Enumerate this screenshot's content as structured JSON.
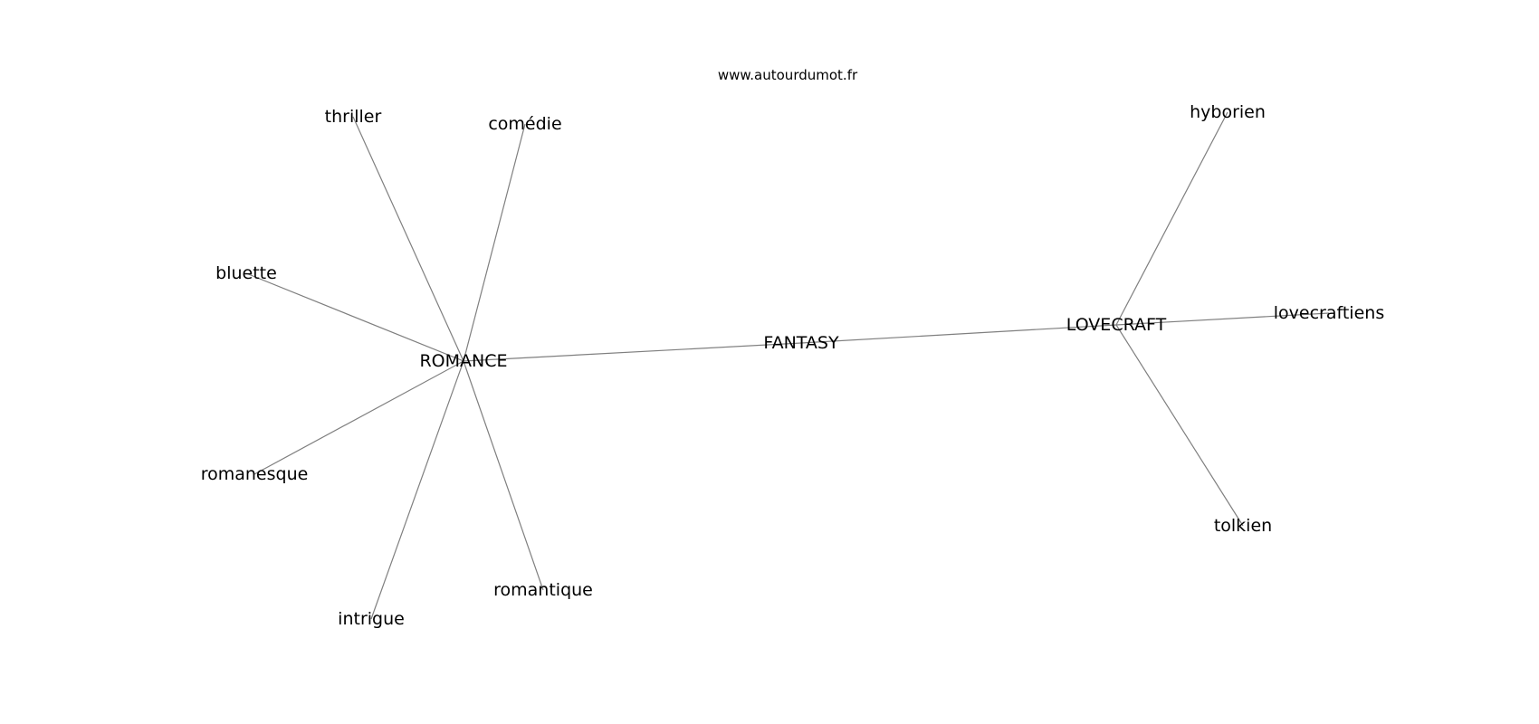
{
  "header": {
    "site": "www.autourdumot.fr"
  },
  "graph": {
    "nodes": [
      {
        "id": "fantasy",
        "label": "FANTASY"
      },
      {
        "id": "romance",
        "label": "ROMANCE"
      },
      {
        "id": "lovecraft",
        "label": "LOVECRAFT"
      },
      {
        "id": "thriller",
        "label": "thriller"
      },
      {
        "id": "comedie",
        "label": "comédie"
      },
      {
        "id": "bluette",
        "label": "bluette"
      },
      {
        "id": "romanesque",
        "label": "romanesque"
      },
      {
        "id": "intrigue",
        "label": "intrigue"
      },
      {
        "id": "romantique",
        "label": "romantique"
      },
      {
        "id": "hyborien",
        "label": "hyborien"
      },
      {
        "id": "lovecraftiens",
        "label": "lovecraftiens"
      },
      {
        "id": "tolkien",
        "label": "tolkien"
      }
    ],
    "edges": [
      [
        "romance",
        "fantasy"
      ],
      [
        "fantasy",
        "lovecraft"
      ],
      [
        "romance",
        "thriller"
      ],
      [
        "romance",
        "comedie"
      ],
      [
        "romance",
        "bluette"
      ],
      [
        "romance",
        "romanesque"
      ],
      [
        "romance",
        "intrigue"
      ],
      [
        "romance",
        "romantique"
      ],
      [
        "lovecraft",
        "hyborien"
      ],
      [
        "lovecraft",
        "lovecraftiens"
      ],
      [
        "lovecraft",
        "tolkien"
      ]
    ],
    "colors": {
      "edge": "#7f7f7f",
      "text": "#000000",
      "background": "#ffffff"
    }
  }
}
